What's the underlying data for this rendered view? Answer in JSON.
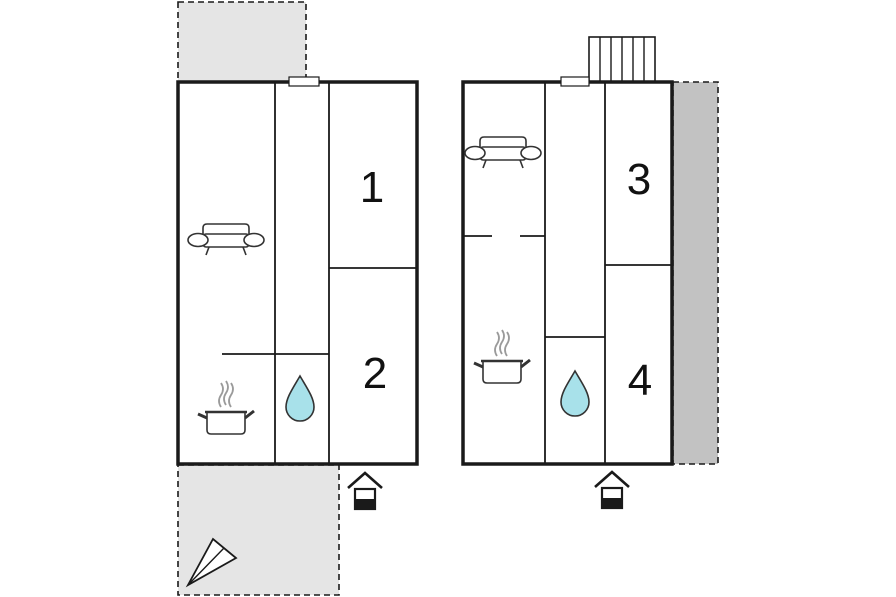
{
  "rooms": {
    "r1": "1",
    "r2": "2",
    "r3": "3",
    "r4": "4"
  },
  "colors": {
    "wall": "#1a1a1a",
    "terrace": "#e5e5e5",
    "annex": "#c2c2c2",
    "water": "#a8e1ea",
    "door": "#1a1a1a"
  },
  "icons": {
    "sofa": "sofa-icon",
    "kitchen": "cooking-pot-icon",
    "bathroom": "water-drop-icon",
    "entrance": "entrance-icon",
    "compass": "north-arrow-icon",
    "stairs": "stairs-icon"
  }
}
